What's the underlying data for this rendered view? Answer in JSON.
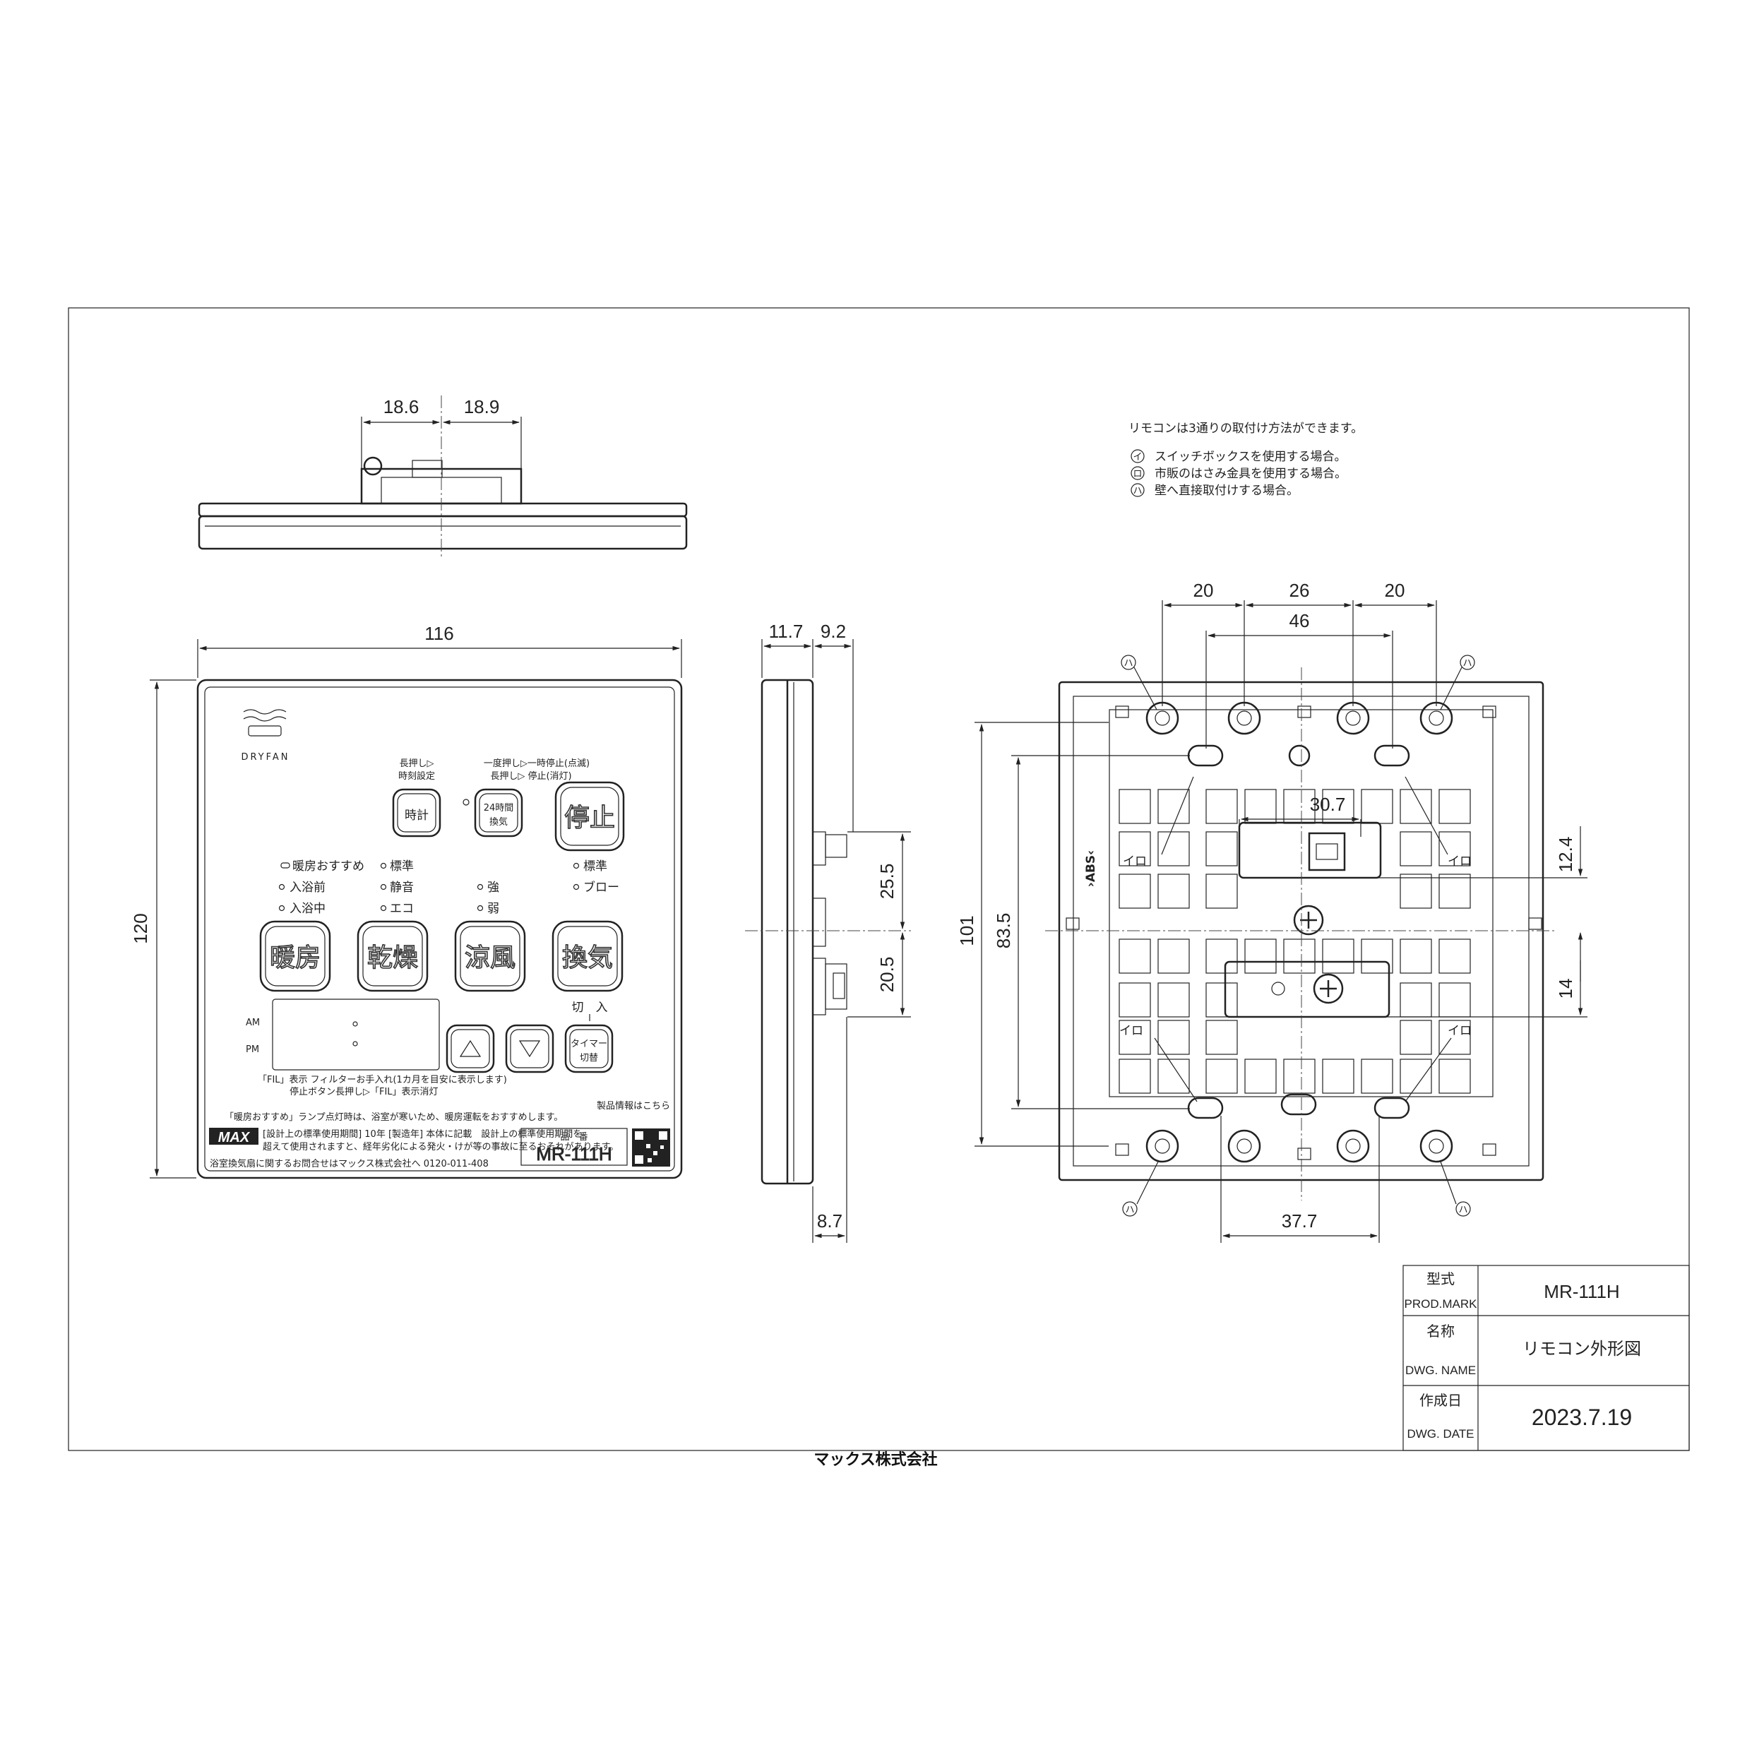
{
  "drawing": {
    "dims": {
      "top_left": "18.6",
      "top_right": "18.9",
      "front_width": "116",
      "front_height": "120",
      "side_a": "11.7",
      "side_b": "9.2",
      "side_c": "25.5",
      "side_d": "20.5",
      "side_e": "8.7",
      "back_20a": "20",
      "back_26": "26",
      "back_20b": "20",
      "back_46": "46",
      "back_101": "101",
      "back_83_5": "83.5",
      "back_30_7": "30.7",
      "back_12_4": "12.4",
      "back_14": "14",
      "back_37_7": "37.7"
    },
    "notes": {
      "title": "リモコンは3通りの取付け方法ができます。",
      "i": "スイッチボックスを使用する場合。",
      "ro": "市販のはさみ金具を使用する場合。",
      "ha": "壁へ直接取付けする場合。",
      "mark_i": "イ",
      "mark_ro": "ロ",
      "mark_ha": "ハ"
    },
    "back_labels": {
      "abs": "›ABS‹",
      "iro": "イロ",
      "ha": "ハ"
    },
    "remote": {
      "brand": "DRYFAN",
      "long_press_clock": "長押し▷",
      "time_set": "時刻設定",
      "press_once": "一度押し▷一時停止(点滅)",
      "long_press_stop": "長押し▷ 停止(消灯)",
      "btn_clock": "時計",
      "btn_24_top": "24時間",
      "btn_24_bottom": "換気",
      "btn_stop": "停止",
      "lamp_recommend": "暖房おすすめ",
      "lamp_standard1": "標準",
      "lamp_strong": "強",
      "lamp_standard2": "標準",
      "lamp_before": "入浴前",
      "lamp_quiet": "静音",
      "lamp_weak": "弱",
      "lamp_blow": "ブロー",
      "lamp_during": "入浴中",
      "lamp_eco": "エコ",
      "btn_heat": "暖房",
      "btn_dry": "乾燥",
      "btn_cool": "涼風",
      "btn_vent": "換気",
      "am": "AM",
      "pm": "PM",
      "off_on": "切　入",
      "btn_timer_top": "タイマー",
      "btn_timer_bottom": "切替",
      "fil_note1": "「FIL」表示 フィルターお手入れ(1カ月を目安に表示します)",
      "fil_note2": "停止ボタン長押し▷「FIL」表示消灯",
      "recommend_note": "「暖房おすすめ」ランプ点灯時は、浴室が寒いため、暖房運転をおすすめします。",
      "max_logo": "MAX",
      "label_line1": "[設計上の標準使用期間] 10年 [製造年] 本体に記載　設計上の標準使用期間を",
      "label_line2": "超えて使用されますと、経年劣化による発火・けが等の事故に至るおそれがあります。",
      "label_line3": "浴室換気扇に関するお問合せはマックス株式会社へ 0120-011-408",
      "product_no_label": "品　番",
      "product_no": "MR-111H",
      "product_info": "製品情報はこちら"
    }
  },
  "title_block": {
    "model_label": "型式",
    "model_label_en": "PROD.MARK",
    "model_value": "MR-111H",
    "name_label": "名称",
    "name_label_en": "DWG. NAME",
    "name_value": "リモコン外形図",
    "date_label": "作成日",
    "date_label_en": "DWG. DATE",
    "date_value": "2023.7.19"
  },
  "company": "マックス株式会社"
}
